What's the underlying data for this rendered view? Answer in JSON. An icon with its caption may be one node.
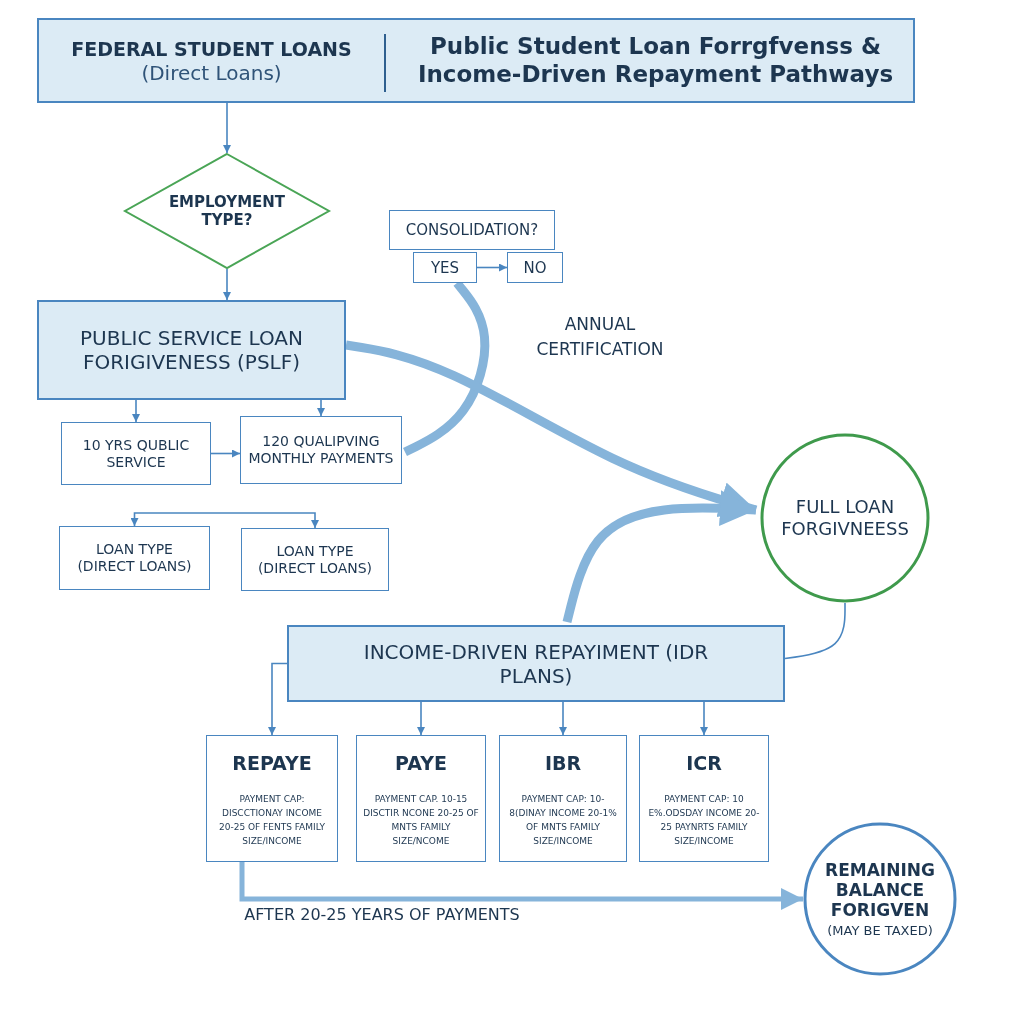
{
  "diagram": {
    "nodes": [
      {
        "text": [
          "FEDERAL STUDENT LOANS",
          "(Direct Loans)",
          "Public Student Loan Forrgfvenss & Income-Driven Repayment Pathways"
        ]
      },
      {
        "text": [
          "EMPLOYMENT TYPE?"
        ]
      },
      {
        "text": [
          "CONSOLIDATION?"
        ]
      },
      {
        "text": [
          "YES"
        ]
      },
      {
        "text": [
          "NO"
        ]
      },
      {
        "text": [
          "PUBLIC SERVICE LOAN FORIGIVENESS (PSLF)"
        ]
      },
      {
        "text": [
          "10 YRS QUBLIC SERVICE"
        ]
      },
      {
        "text": [
          "120 QUALIPVING MONTHLY PAYMENTS"
        ]
      },
      {
        "text": [
          "LOAN TYPE (DIRECT LOANS)"
        ]
      },
      {
        "text": [
          "LOAN TYPE (DIRECT LOANS)"
        ]
      },
      {
        "text": [
          "FULL LOAN FORGIVNEESS"
        ]
      },
      {
        "text": [
          "INCOME-DRIVEN REPAYIMENT (IDR PLANS)"
        ]
      },
      {
        "text": [
          "REPAYE",
          "PAYMENT CAP: DISCCTIONAY INCOME 20-25 OF FENTS FAMILY SIZE/INCOME"
        ]
      },
      {
        "text": [
          "PAYE",
          "PAYMENT CAP. 10-15 DISCTIR NCONE 20-25 OF MNTS FAMILY SIZE/NCOME"
        ]
      },
      {
        "text": [
          "IBR",
          "PAYMENT CAP: 10-8(DINAY INCOME 20-1% OF MNTS FAMILY SIZE/INCOME"
        ]
      },
      {
        "text": [
          "ICR",
          "PAYMENT CAP: 10 E%.ODSDAY INCOME 20-25 PAYNRTS FAMILY SIZE/INCOME"
        ]
      },
      {
        "text": [
          "REMAINING BALANCE FORIGVEN",
          "(MAY BE TAXED)"
        ]
      }
    ],
    "edges": [
      {
        "from": 0,
        "to": 1,
        "arrow": "to"
      },
      {
        "from": 1,
        "to": 5,
        "arrow": "to"
      },
      {
        "from": 3,
        "to": 4,
        "arrow": "to"
      },
      {
        "from": 5,
        "to": 6,
        "arrow": "to"
      },
      {
        "from": 5,
        "to": 7,
        "arrow": "to"
      },
      {
        "from": 6,
        "to": 7,
        "arrow": "to"
      },
      {
        "from": null,
        "to": 8,
        "arrow": "to"
      },
      {
        "from": null,
        "to": 9,
        "arrow": "to"
      },
      {
        "from": 7,
        "to": 3,
        "arrow": "none",
        "style": "thick"
      },
      {
        "from": 5,
        "to": 10,
        "arrow": "to",
        "style": "thick"
      },
      {
        "from": 11,
        "to": 10,
        "arrow": "to",
        "style": "thick"
      },
      {
        "from": 10,
        "to": 11,
        "arrow": "none"
      },
      {
        "from": 11,
        "to": 12,
        "arrow": "to"
      },
      {
        "from": 11,
        "to": 13,
        "arrow": "to"
      },
      {
        "from": 11,
        "to": 14,
        "arrow": "to"
      },
      {
        "from": 11,
        "to": 15,
        "arrow": "to"
      },
      {
        "from": 12,
        "to": 16,
        "arrow": "to",
        "style": "thick",
        "label": "AFTER 20-25 YEARS OF PAYMENTS"
      }
    ],
    "labels": [
      "ANNUAL CERTIFICATION"
    ]
  }
}
